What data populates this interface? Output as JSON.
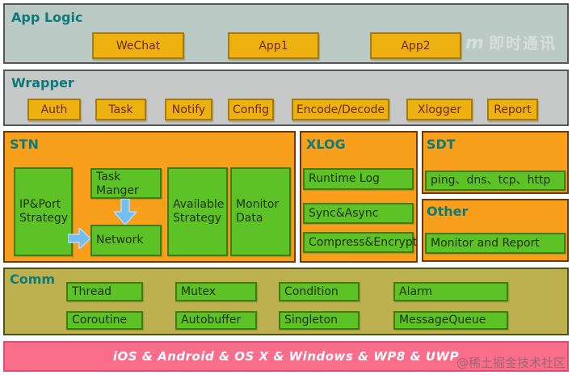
{
  "diagram": {
    "app_logic": {
      "title": "App Logic",
      "boxes": [
        "WeChat",
        "App1",
        "App2"
      ]
    },
    "wrapper": {
      "title": "Wrapper",
      "boxes": [
        "Auth",
        "Task",
        "Notify",
        "Config",
        "Encode/Decode",
        "Xlogger",
        "Report"
      ]
    },
    "stn": {
      "title": "STN",
      "ip_port_strategy": "IP&Port Strategy",
      "task_manager": "Task Manger",
      "network": "Network",
      "available_strategy": "Available Strategy",
      "monitor_data": "Monitor Data"
    },
    "xlog": {
      "title": "XLOG",
      "boxes": [
        "Runtime Log",
        "Sync&Async",
        "Compress&Encrypt"
      ]
    },
    "sdt": {
      "title": "SDT",
      "box": "ping、dns、tcp、http"
    },
    "other": {
      "title": "Other",
      "box": "Monitor and Report"
    },
    "comm": {
      "title": "Comm",
      "row1": [
        "Thread",
        "Mutex",
        "Condition",
        "Alarm"
      ],
      "row2": [
        "Coroutine",
        "Autobuffer",
        "Singleton",
        "MessageQueue"
      ]
    },
    "platform": {
      "label": "iOS & Android & OS X & Windows & WP8 & UWP"
    }
  },
  "watermarks": {
    "header_logo": "m",
    "header": "即时通讯",
    "footer": "@稀土掘金技术社区"
  },
  "colors": {
    "section_title": "#0d7a7a",
    "orange_box_bg": "#edb111",
    "orange_box_text": "#6d2a08",
    "orange_panel_bg": "#f8a01c",
    "green_box_bg": "#5cc226",
    "green_box_text": "#213307",
    "app_logic_bg": "#bccac6",
    "wrapper_bg": "#c6c9c7",
    "comm_bg": "#bdb14f",
    "platform_bg": "#fa6d8b",
    "arrow_blue": "#74bdef"
  }
}
